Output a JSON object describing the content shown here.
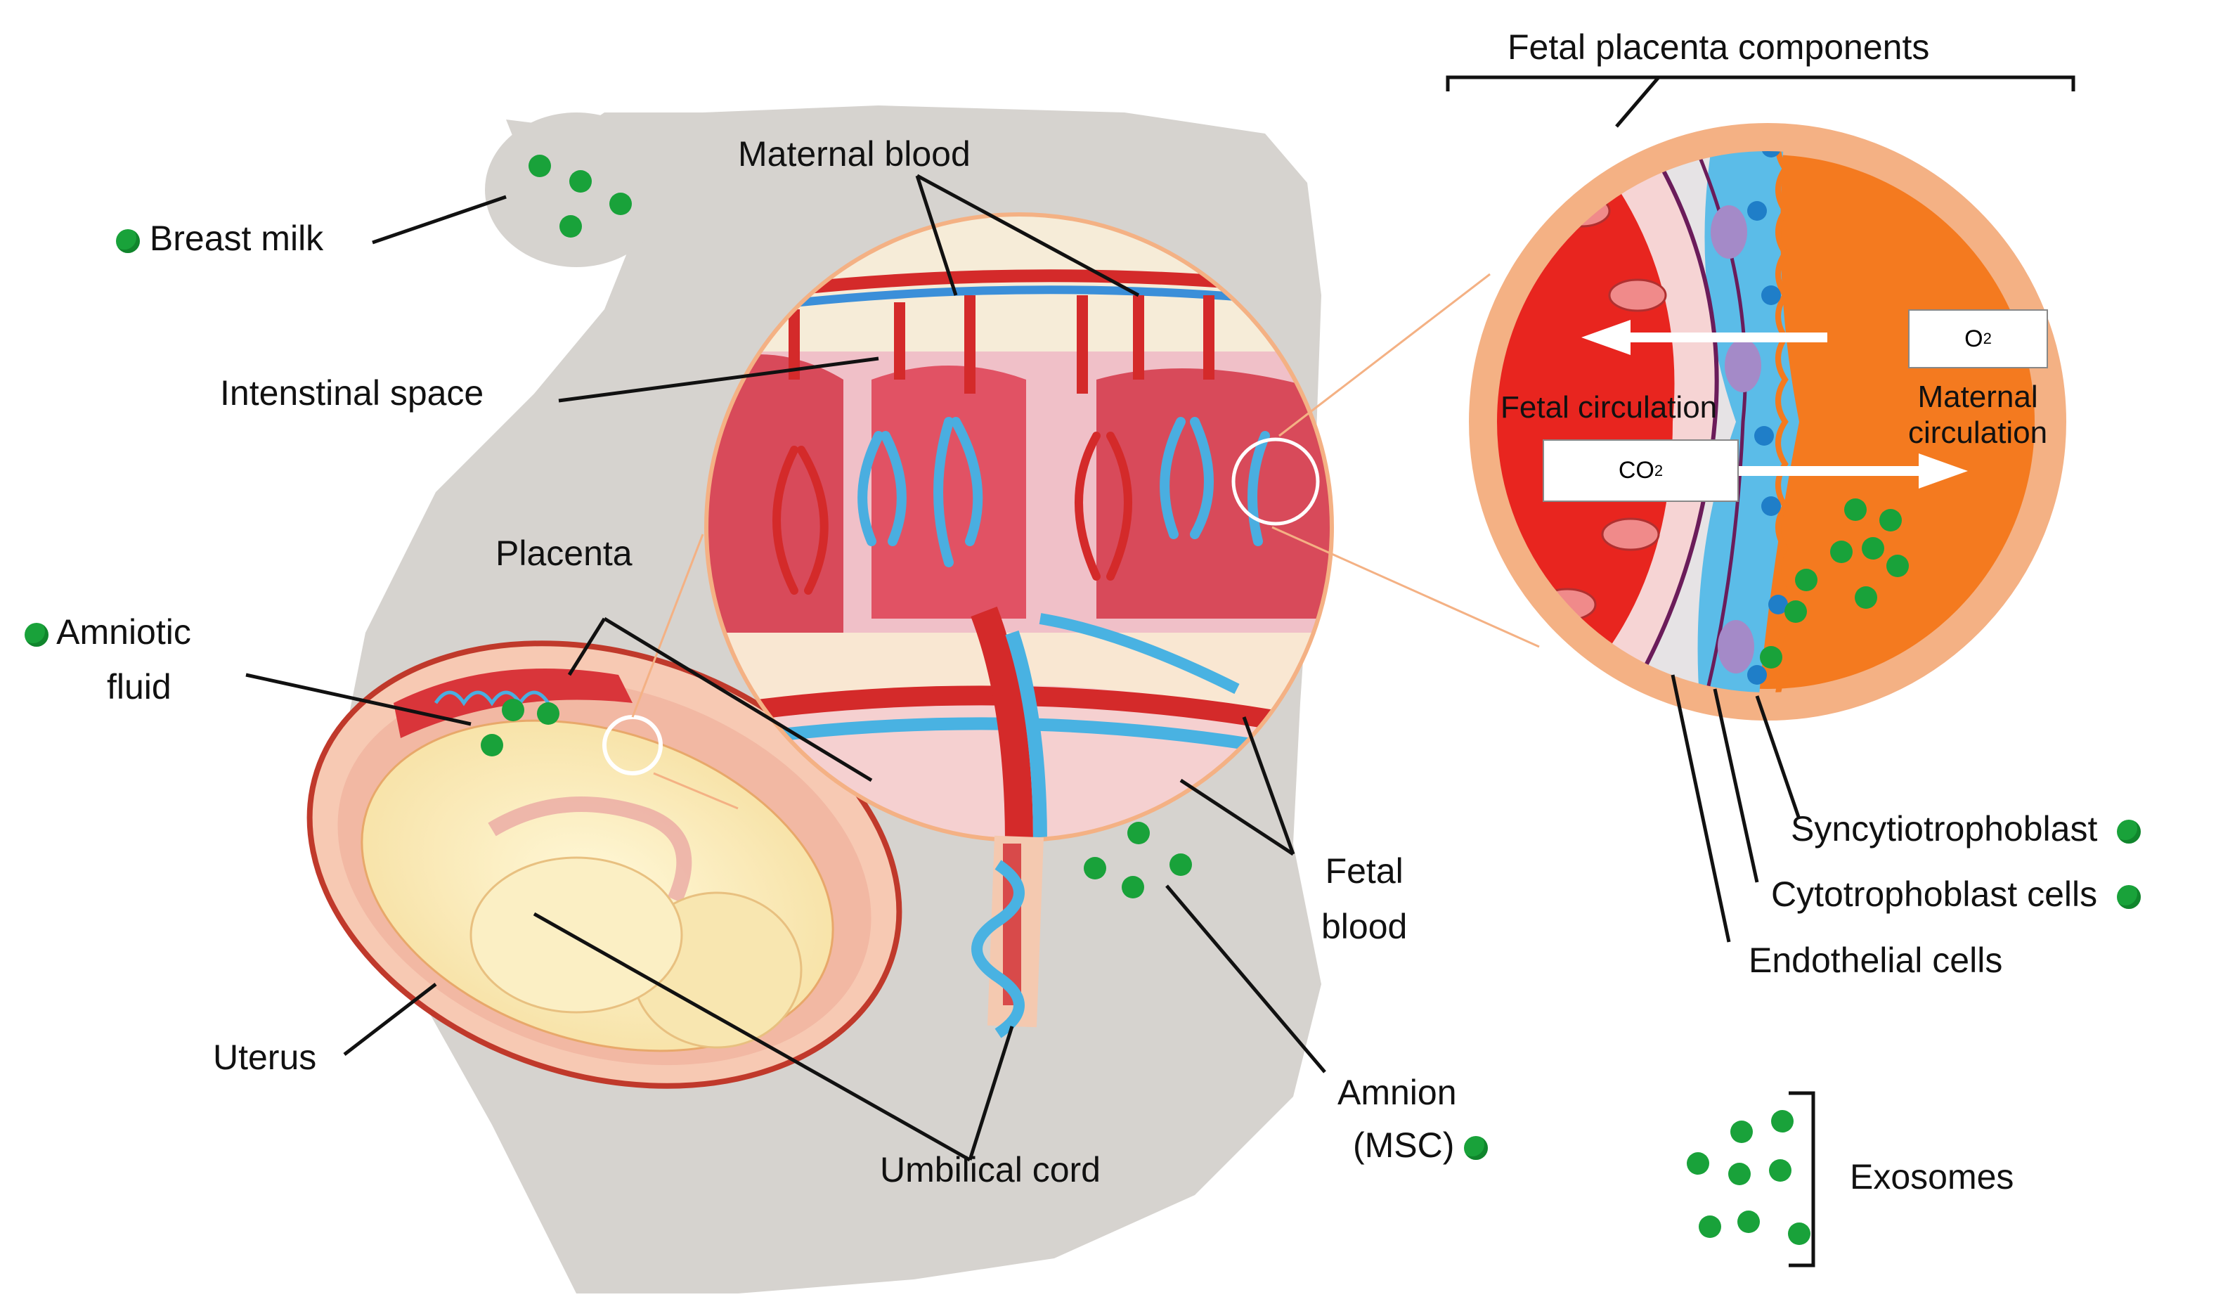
{
  "title": "Fetal placenta components",
  "labels": {
    "breast_milk": "Breast milk",
    "maternal_blood": "Maternal blood",
    "intestinal_space": "Intenstinal space",
    "placenta": "Placenta",
    "amniotic_fluid_1": "Amniotic",
    "amniotic_fluid_2": "fluid",
    "uterus": "Uterus",
    "umbilical_cord": "Umbilical cord",
    "fetal_blood_1": "Fetal",
    "fetal_blood_2": "blood",
    "amnion_1": "Amnion",
    "amnion_2": "(MSC)",
    "fetal_circulation": "Fetal circulation",
    "maternal_circulation_1": "Maternal",
    "maternal_circulation_2": "circulation",
    "o2": "O",
    "o2_sub": "2",
    "co2": "CO",
    "co2_sub": "2",
    "syncytiotrophoblast": "Syncytiotrophoblast",
    "cytotrophoblast": "Cytotrophoblast cells",
    "endothelial": "Endothelial cells",
    "exosomes": "Exosomes"
  },
  "colors": {
    "exosome_green": "#19a23a",
    "maternal_blood": "#e8312c",
    "fetal_vessel": "#4aaee0",
    "maternal_orange": "#f47a1f",
    "body_gray": "#d6d3cf",
    "ring_peach": "#f4b184"
  }
}
